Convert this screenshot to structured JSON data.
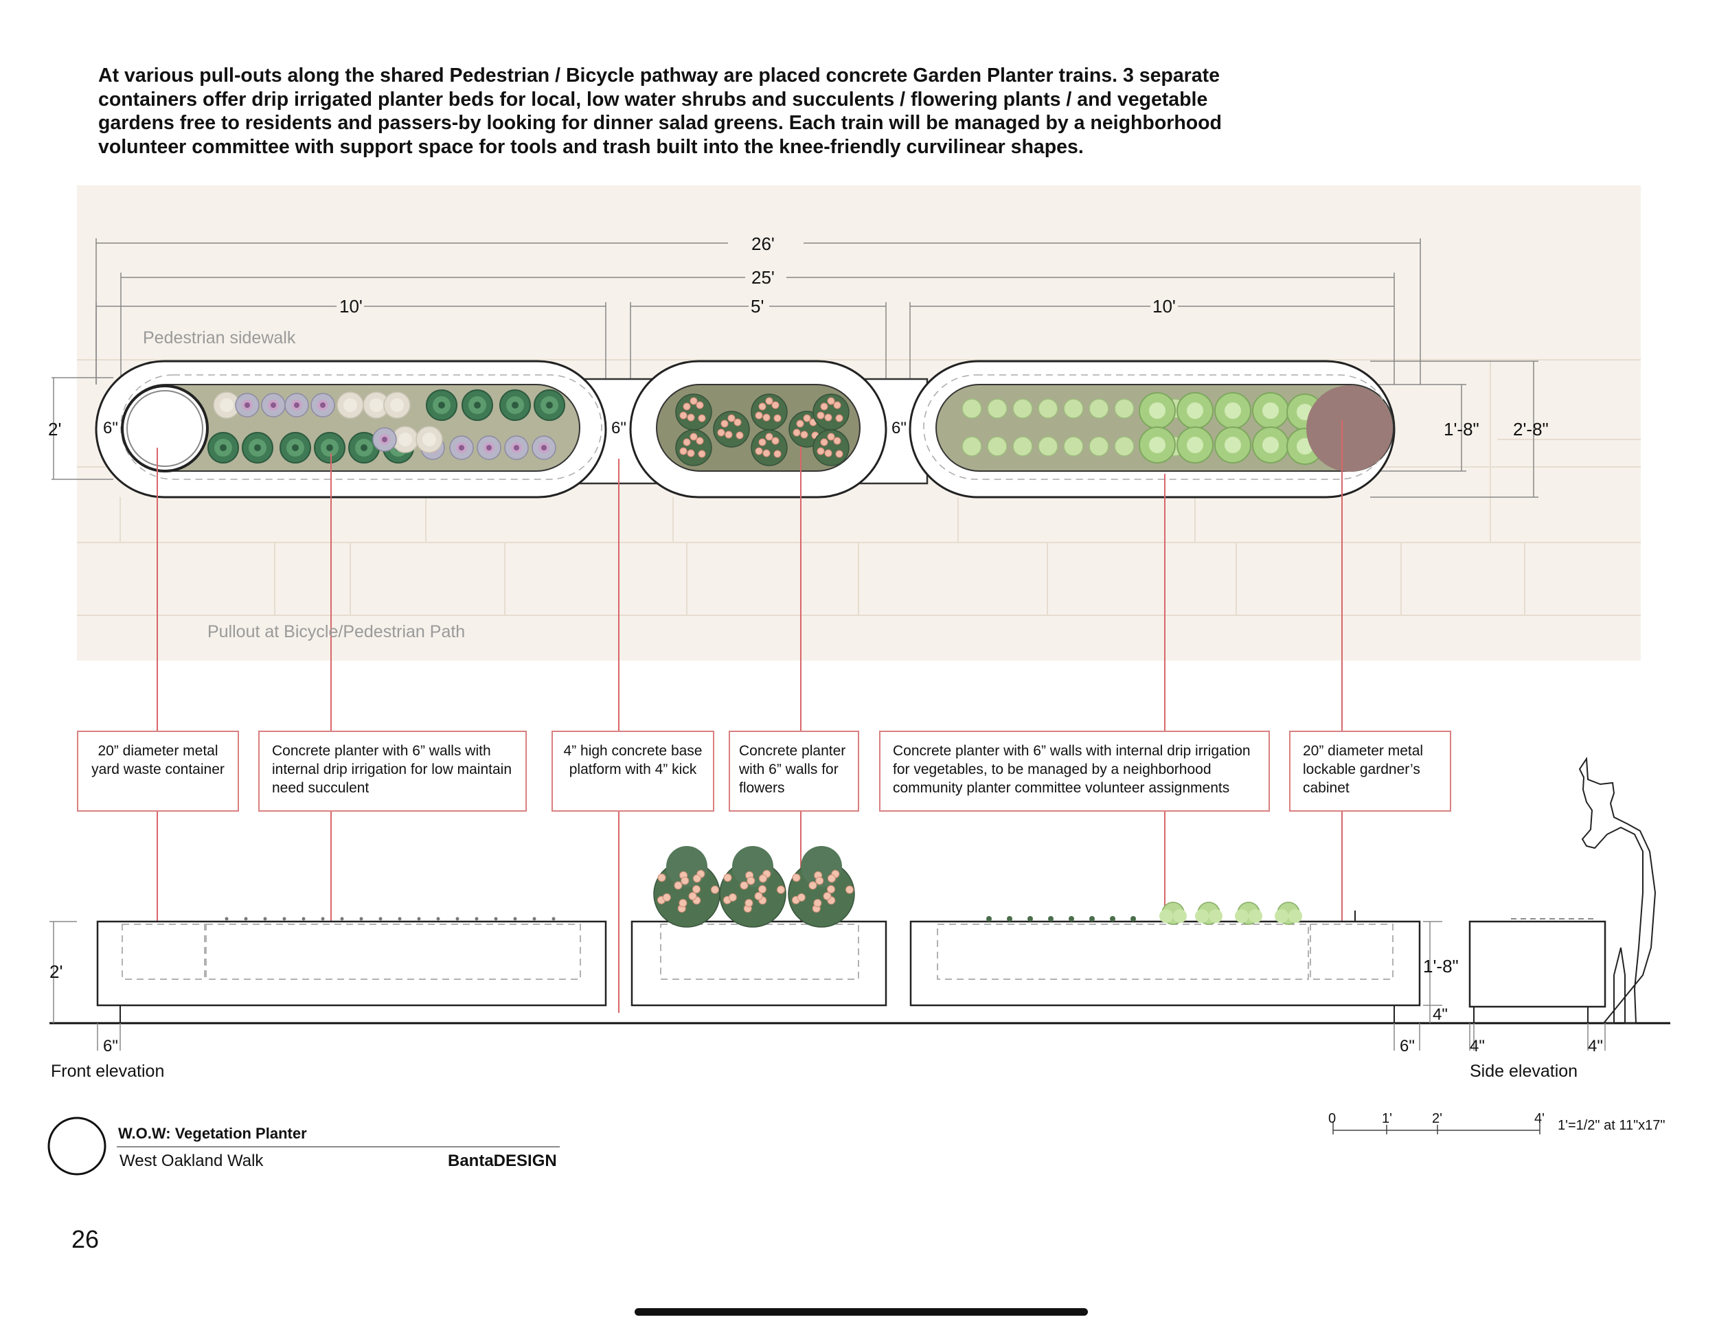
{
  "intro_text": "At various pull-outs along the shared Pedestrian / Bicycle pathway are placed concrete Garden Planter trains. 3 separate containers offer drip irrigated planter beds for local, low water shrubs and succulents / flowering plants / and vegetable gardens free to residents and passers-by looking for dinner salad greens. Each train will be managed by a neighborhood volunteer committee with support space for tools and trash built into the knee-friendly curvilinear shapes.",
  "plan": {
    "dim_overall": "26'",
    "dim_inner": "25'",
    "dim_left": "10'",
    "dim_middle": "5'",
    "dim_right": "10'",
    "dim_height_left": "2'",
    "dim_wall_1": "6\"",
    "dim_wall_2": "6\"",
    "dim_wall_3": "6\"",
    "dim_inner_width": "1'-8\"",
    "dim_outer_width": "2'-8\"",
    "label_sidewalk": "Pedestrian sidewalk",
    "label_pullout": "Pullout at Bicycle/Pedestrian Path"
  },
  "callouts": [
    {
      "text": "20”  diameter metal yard waste container"
    },
    {
      "text": "Concrete planter with 6” walls with internal drip irrigation for low maintain need succulent"
    },
    {
      "text": "4” high concrete base platform with 4” kick"
    },
    {
      "text": "Concrete planter with 6” walls for flowers"
    },
    {
      "text": "Concrete planter with 6” walls with internal drip irrigation for vegetables, to be managed by a neighborhood community planter committee volunteer assignments"
    },
    {
      "text": "20” diameter metal lockable gardner’s cabinet"
    }
  ],
  "elevation": {
    "dim_height": "2'",
    "dim_planter_height": "1'-8\"",
    "dim_base_height": "4\"",
    "dim_front_left": "6\"",
    "dim_front_right": "6\"",
    "dim_side_left": "4\"",
    "dim_side_right": "4\"",
    "label_front": "Front elevation",
    "label_side": "Side elevation"
  },
  "scale_bar": {
    "ticks": [
      "0",
      "1'",
      "2'",
      "4'"
    ],
    "note": "1'=1/2\" at 11\"x17\""
  },
  "title_block": {
    "title": "W.O.W: Vegetation Planter",
    "subtitle": "West Oakland Walk",
    "firm": "BantaDESIGN"
  },
  "page_number": "26",
  "colors": {
    "pathway": "#f6f1ea",
    "paving_lines": "#e4dcd0",
    "soil": "#b0b295",
    "leader_red": "#d9666a",
    "cabinet": "#9a7b77"
  }
}
